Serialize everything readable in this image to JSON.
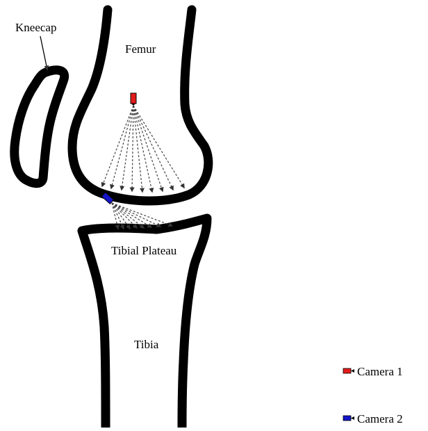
{
  "labels": {
    "kneecap": "Kneecap",
    "femur": "Femur",
    "tibial_plateau": "Tibial Plateau",
    "tibia": "Tibia"
  },
  "legend": [
    {
      "label": "Camera 1",
      "color": "#e31b1b",
      "icon": "camera-icon"
    },
    {
      "label": "Camera 2",
      "color": "#1414c8",
      "icon": "camera-icon"
    }
  ],
  "colors": {
    "bone_outline": "#000000",
    "ray": "#444444",
    "camera1": "#e31b1b",
    "camera2": "#1414c8"
  }
}
